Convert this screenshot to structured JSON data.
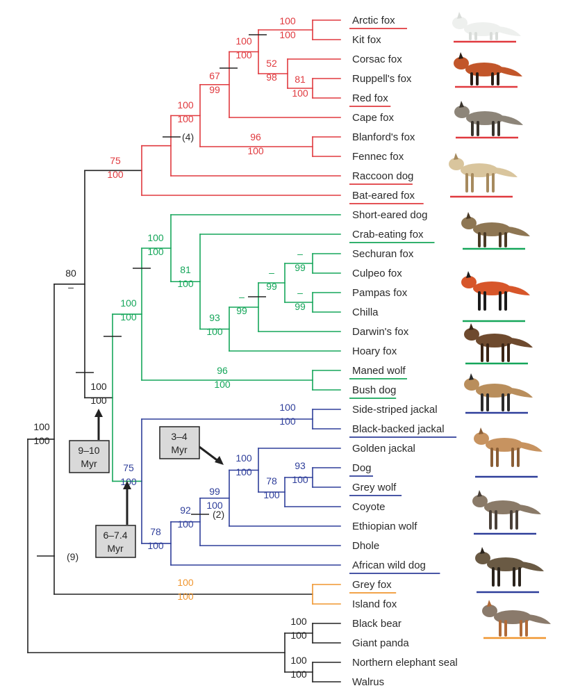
{
  "colors": {
    "red": "#e0393e",
    "green": "#15a65a",
    "blue": "#2e3e9a",
    "orange": "#f0962f",
    "black": "#222222"
  },
  "taxa": [
    {
      "name": "Arctic fox",
      "underline": "red"
    },
    {
      "name": "Kit fox",
      "underline": null
    },
    {
      "name": "Corsac fox",
      "underline": null
    },
    {
      "name": "Ruppell's fox",
      "underline": null
    },
    {
      "name": "Red fox",
      "underline": "red"
    },
    {
      "name": "Cape fox",
      "underline": null
    },
    {
      "name": "Blanford's fox",
      "underline": null
    },
    {
      "name": "Fennec fox",
      "underline": null
    },
    {
      "name": "Raccoon dog",
      "underline": "red"
    },
    {
      "name": "Bat-eared fox",
      "underline": "red"
    },
    {
      "name": "Short-eared dog",
      "underline": null
    },
    {
      "name": "Crab-eating fox",
      "underline": "green"
    },
    {
      "name": "Sechuran fox",
      "underline": null
    },
    {
      "name": "Culpeo fox",
      "underline": null
    },
    {
      "name": "Pampas fox",
      "underline": null
    },
    {
      "name": "Chilla",
      "underline": null
    },
    {
      "name": "Darwin's fox",
      "underline": null
    },
    {
      "name": "Hoary fox",
      "underline": null
    },
    {
      "name": "Maned wolf",
      "underline": "green"
    },
    {
      "name": "Bush dog",
      "underline": "green"
    },
    {
      "name": "Side-striped jackal",
      "underline": null
    },
    {
      "name": "Black-backed jackal",
      "underline": "blue"
    },
    {
      "name": "Golden jackal",
      "underline": null
    },
    {
      "name": "Dog",
      "underline": "blue"
    },
    {
      "name": "Grey wolf",
      "underline": "blue"
    },
    {
      "name": "Coyote",
      "underline": null
    },
    {
      "name": "Ethiopian wolf",
      "underline": null
    },
    {
      "name": "Dhole",
      "underline": null
    },
    {
      "name": "African wild dog",
      "underline": "blue"
    },
    {
      "name": "Grey fox",
      "underline": "orange"
    },
    {
      "name": "Island fox",
      "underline": null
    },
    {
      "name": "Black bear",
      "underline": null
    },
    {
      "name": "Giant panda",
      "underline": null
    },
    {
      "name": "Northern elephant seal",
      "underline": null
    },
    {
      "name": "Walrus",
      "underline": null
    }
  ],
  "support": {
    "arctic_kit": {
      "top": "100",
      "bottom": "100"
    },
    "corsac_group": {
      "top": "52",
      "bottom": "98"
    },
    "ruppell_red": {
      "top": "81",
      "bottom": "100"
    },
    "vulpes_core": {
      "top": "100",
      "bottom": "100"
    },
    "vulpes_cape": {
      "top": "67",
      "bottom": "99"
    },
    "blanford_fennec": {
      "top": "96",
      "bottom": "100"
    },
    "vulpes_all": {
      "top": "100",
      "bottom": "100"
    },
    "red_clade": {
      "top": "75",
      "bottom": "100"
    },
    "green_core": {
      "top": "100",
      "bottom": "100"
    },
    "crab_group": {
      "top": "81",
      "bottom": "100"
    },
    "darwin_group": {
      "top": "93",
      "bottom": "100"
    },
    "culpeo_group": {
      "top": "–",
      "bottom": "99"
    },
    "lycalopex": {
      "top": "–",
      "bottom": "99"
    },
    "pampas_chilla": {
      "top": "–",
      "bottom": "99"
    },
    "lyc_darwin": {
      "top": "–",
      "bottom": "99"
    },
    "maned_bush": {
      "top": "96",
      "bottom": "100"
    },
    "green_clade": {
      "top": "100",
      "bottom": "100"
    },
    "green_blue": {
      "top": "100",
      "bottom": "100"
    },
    "red_green_blue": {
      "top": "80",
      "bottom": "–"
    },
    "jackals": {
      "top": "100",
      "bottom": "100"
    },
    "blue_clade": {
      "top": "75",
      "bottom": "100"
    },
    "dog_wolf": {
      "top": "93",
      "bottom": "100"
    },
    "dwc": {
      "top": "78",
      "bottom": "100"
    },
    "canis_core": {
      "top": "100",
      "bottom": "100"
    },
    "canis_eth": {
      "top": "99",
      "bottom": "100"
    },
    "canis_dhole": {
      "top": "92",
      "bottom": "100"
    },
    "wolf_like": {
      "top": "78",
      "bottom": "100"
    },
    "grey_island": {
      "top": "100",
      "bottom": "100"
    },
    "canidae": {
      "top": "100",
      "bottom": "100"
    },
    "bear_panda": {
      "top": "100",
      "bottom": "100"
    },
    "seal_walrus": {
      "top": "100",
      "bottom": "100"
    }
  },
  "event_labels": {
    "vulpes_events": "(4)",
    "canis_events": "(2)",
    "gray_events": "(9)"
  },
  "myr_boxes": [
    {
      "line1": "9–10",
      "line2": "Myr"
    },
    {
      "line1": "6–7.4",
      "line2": "Myr"
    },
    {
      "line1": "3–4",
      "line2": "Myr"
    }
  ],
  "illustrations": [
    {
      "name": "arctic fox",
      "underline": "red"
    },
    {
      "name": "red fox",
      "underline": "red"
    },
    {
      "name": "raccoon dog",
      "underline": "red"
    },
    {
      "name": "bat-eared fox",
      "underline": "red"
    },
    {
      "name": "crab-eating fox",
      "underline": "green"
    },
    {
      "name": "maned wolf",
      "underline": "green"
    },
    {
      "name": "bush dog",
      "underline": "green"
    },
    {
      "name": "black-backed jackal",
      "underline": "blue"
    },
    {
      "name": "dog",
      "underline": "blue"
    },
    {
      "name": "grey wolf",
      "underline": "blue"
    },
    {
      "name": "african wild dog",
      "underline": "blue"
    },
    {
      "name": "grey fox",
      "underline": "orange"
    }
  ]
}
